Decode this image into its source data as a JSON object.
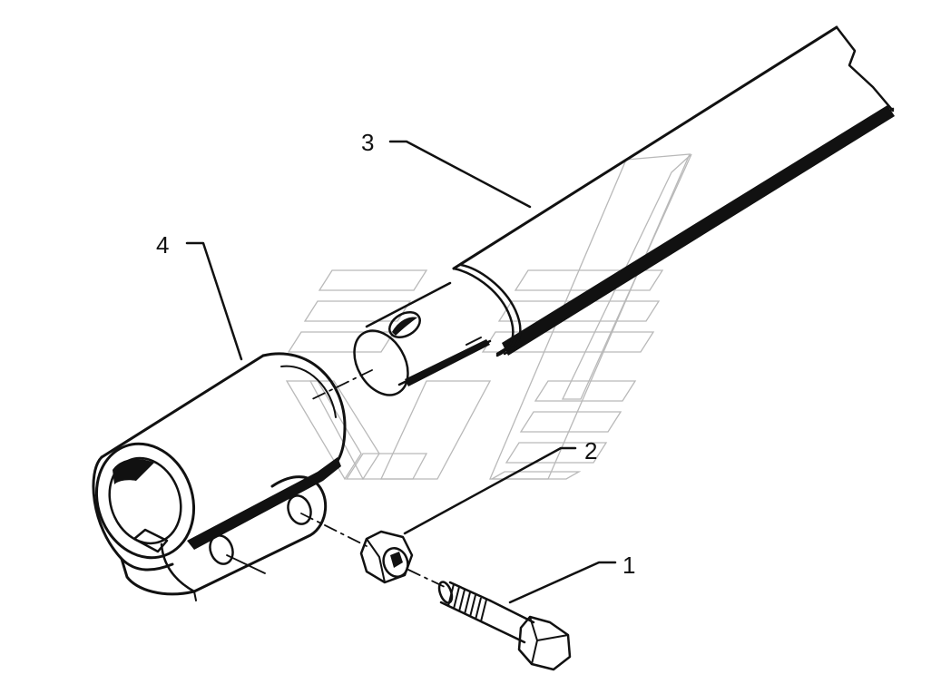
{
  "diagram": {
    "type": "exploded-parts-drawing",
    "callouts": [
      {
        "id": "1",
        "label": "1",
        "part": "bolt"
      },
      {
        "id": "2",
        "label": "2",
        "part": "lock-nut"
      },
      {
        "id": "3",
        "label": "3",
        "part": "shaft-tube"
      },
      {
        "id": "4",
        "label": "4",
        "part": "clamp-coupling"
      }
    ],
    "colors": {
      "ink": "#111111",
      "watermark": "#b9b9b9",
      "background": "#ffffff"
    }
  }
}
